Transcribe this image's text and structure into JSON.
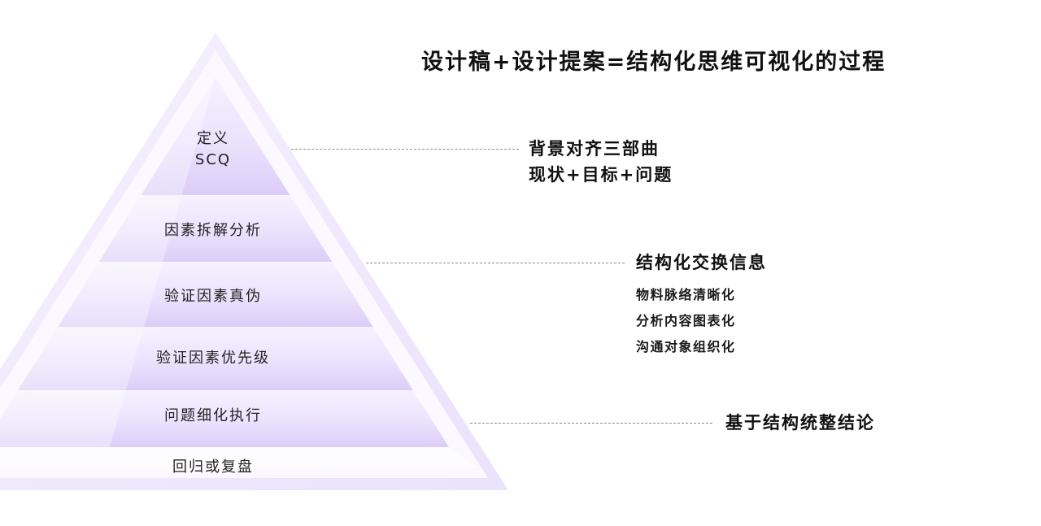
{
  "title": "设计稿+设计提案=结构化思维可视化的过程",
  "pyramid": {
    "layers": [
      {
        "line1": "定义",
        "line2": "SCQ"
      },
      {
        "label": "因素拆解分析"
      },
      {
        "label": "验证因素真伪"
      },
      {
        "label": "验证因素优先级"
      },
      {
        "label": "问题细化执行"
      },
      {
        "label": "回归或复盘"
      }
    ],
    "colors": {
      "edge": "#efe8ff",
      "fill_light": "#f7f3ff",
      "fill_mid": "#e5d9fb",
      "fill_deep": "#d9c8f6"
    }
  },
  "annotations": [
    {
      "lines": [
        "背景对齐三部曲",
        "现状+目标+问题"
      ]
    },
    {
      "heading": "结构化交换信息",
      "items": [
        "物料脉络清晰化",
        "分析内容图表化",
        "沟通对象组织化"
      ]
    },
    {
      "heading": "基于结构统整结论"
    }
  ]
}
